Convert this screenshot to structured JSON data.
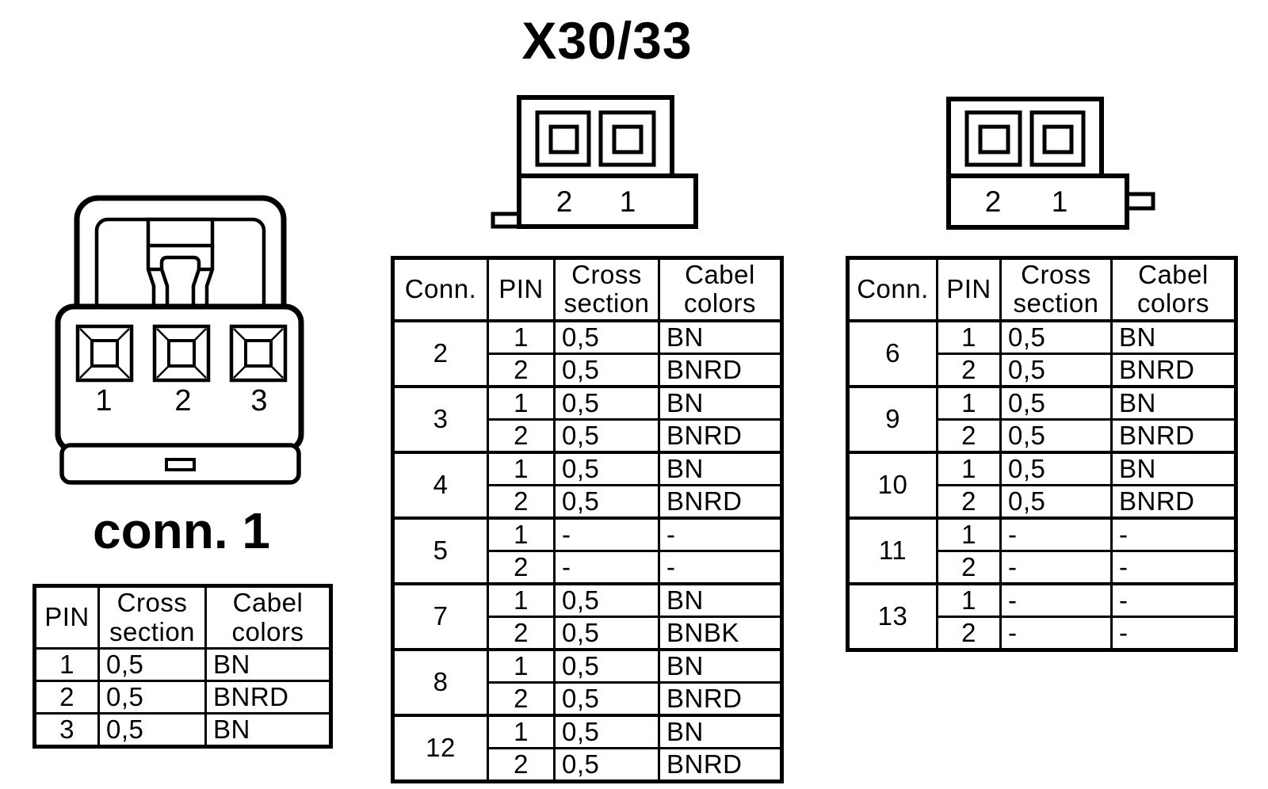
{
  "page": {
    "title": "X30/33",
    "background": "#ffffff",
    "ink": "#000000"
  },
  "connector_left": {
    "heading": "conn. 1",
    "pin_labels": [
      "1",
      "2",
      "3"
    ]
  },
  "connector_middle": {
    "pin_labels": [
      "2",
      "1"
    ]
  },
  "connector_right": {
    "pin_labels": [
      "2",
      "1"
    ]
  },
  "table_conn1": {
    "headers": {
      "pin": "PIN",
      "cross": "Cross section",
      "colors": "Cabel colors"
    },
    "rows": [
      {
        "pin": "1",
        "cross": "0,5",
        "color": "BN"
      },
      {
        "pin": "2",
        "cross": "0,5",
        "color": "BNRD"
      },
      {
        "pin": "3",
        "cross": "0,5",
        "color": "BN"
      }
    ]
  },
  "table_a": {
    "headers": {
      "conn": "Conn.",
      "pin": "PIN",
      "cross": "Cross section",
      "colors": "Cabel colors"
    },
    "groups": [
      {
        "conn": "2",
        "pins": [
          {
            "pin": "1",
            "cross": "0,5",
            "color": "BN"
          },
          {
            "pin": "2",
            "cross": "0,5",
            "color": "BNRD"
          }
        ]
      },
      {
        "conn": "3",
        "pins": [
          {
            "pin": "1",
            "cross": "0,5",
            "color": "BN"
          },
          {
            "pin": "2",
            "cross": "0,5",
            "color": "BNRD"
          }
        ]
      },
      {
        "conn": "4",
        "pins": [
          {
            "pin": "1",
            "cross": "0,5",
            "color": "BN"
          },
          {
            "pin": "2",
            "cross": "0,5",
            "color": "BNRD"
          }
        ]
      },
      {
        "conn": "5",
        "pins": [
          {
            "pin": "1",
            "cross": "-",
            "color": "-"
          },
          {
            "pin": "2",
            "cross": "-",
            "color": "-"
          }
        ]
      },
      {
        "conn": "7",
        "pins": [
          {
            "pin": "1",
            "cross": "0,5",
            "color": "BN"
          },
          {
            "pin": "2",
            "cross": "0,5",
            "color": "BNBK"
          }
        ]
      },
      {
        "conn": "8",
        "pins": [
          {
            "pin": "1",
            "cross": "0,5",
            "color": "BN"
          },
          {
            "pin": "2",
            "cross": "0,5",
            "color": "BNRD"
          }
        ]
      },
      {
        "conn": "12",
        "pins": [
          {
            "pin": "1",
            "cross": "0,5",
            "color": "BN"
          },
          {
            "pin": "2",
            "cross": "0,5",
            "color": "BNRD"
          }
        ]
      }
    ]
  },
  "table_b": {
    "headers": {
      "conn": "Conn.",
      "pin": "PIN",
      "cross": "Cross section",
      "colors": "Cabel colors"
    },
    "groups": [
      {
        "conn": "6",
        "pins": [
          {
            "pin": "1",
            "cross": "0,5",
            "color": "BN"
          },
          {
            "pin": "2",
            "cross": "0,5",
            "color": "BNRD"
          }
        ]
      },
      {
        "conn": "9",
        "pins": [
          {
            "pin": "1",
            "cross": "0,5",
            "color": "BN"
          },
          {
            "pin": "2",
            "cross": "0,5",
            "color": "BNRD"
          }
        ]
      },
      {
        "conn": "10",
        "pins": [
          {
            "pin": "1",
            "cross": "0,5",
            "color": "BN"
          },
          {
            "pin": "2",
            "cross": "0,5",
            "color": "BNRD"
          }
        ]
      },
      {
        "conn": "11",
        "pins": [
          {
            "pin": "1",
            "cross": "-",
            "color": "-"
          },
          {
            "pin": "2",
            "cross": "-",
            "color": "-"
          }
        ]
      },
      {
        "conn": "13",
        "pins": [
          {
            "pin": "1",
            "cross": "-",
            "color": "-"
          },
          {
            "pin": "2",
            "cross": "-",
            "color": "-"
          }
        ]
      }
    ]
  }
}
